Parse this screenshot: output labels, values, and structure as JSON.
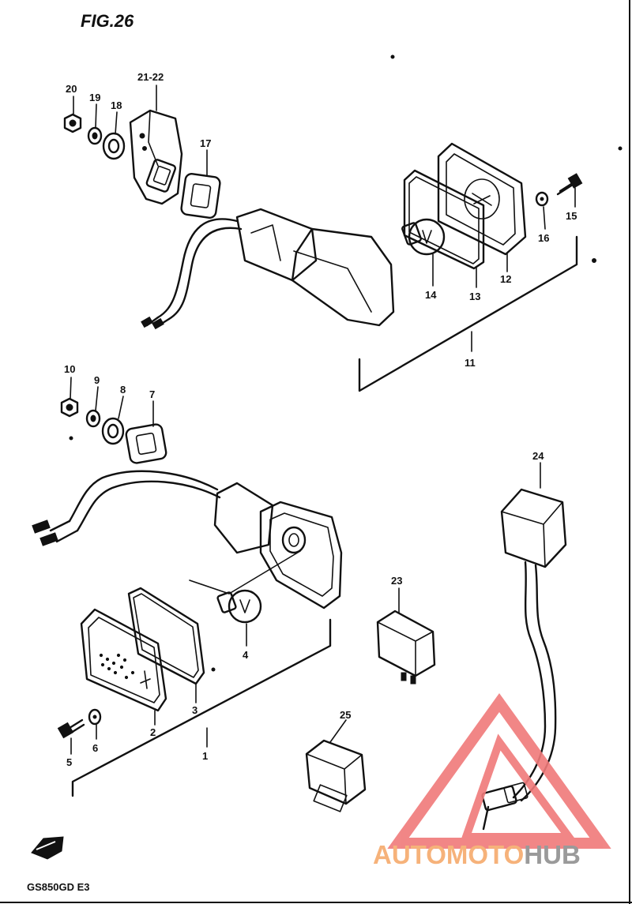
{
  "figure": {
    "title": "FIG.26"
  },
  "footer": {
    "model": "GS850GD E3"
  },
  "watermark": {
    "part1": "AUTOMOTO",
    "part2": "HUB",
    "colors": {
      "part1": "#f6b27a",
      "part2": "#9a9a9a",
      "triangle": "#f07a7a"
    }
  },
  "parts": {
    "p1": "1",
    "p2": "2",
    "p3": "3",
    "p4": "4",
    "p5": "5",
    "p6": "6",
    "p7": "7",
    "p8": "8",
    "p9": "9",
    "p10": "10",
    "p11": "11",
    "p12": "12",
    "p13": "13",
    "p14": "14",
    "p15": "15",
    "p16": "16",
    "p17": "17",
    "p18": "18",
    "p19": "19",
    "p20": "20",
    "p21_22": "21-22",
    "p23": "23",
    "p24": "24",
    "p25": "25"
  }
}
